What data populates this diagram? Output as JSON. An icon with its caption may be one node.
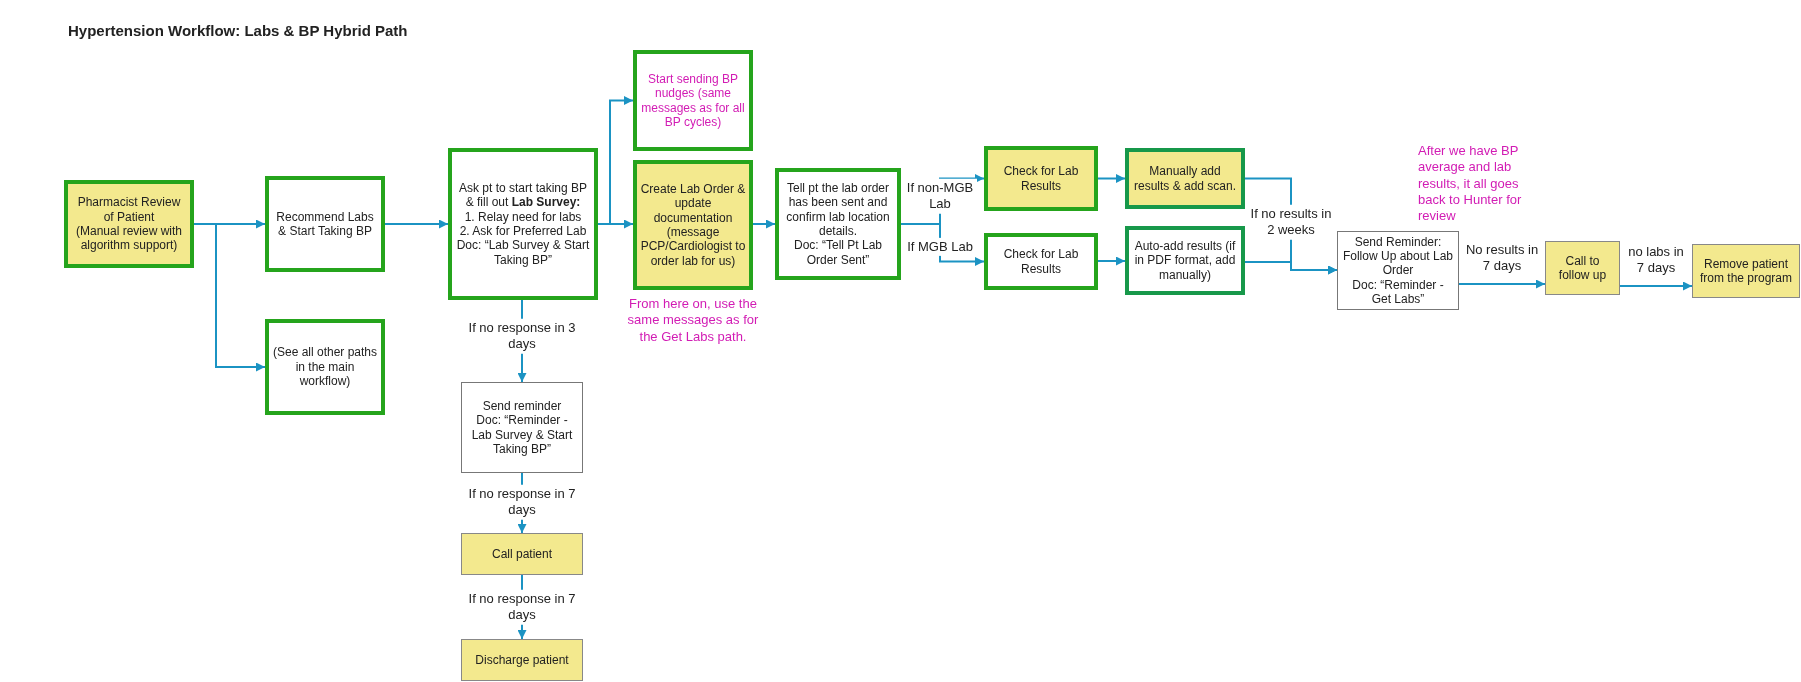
{
  "diagram": {
    "title": "Hypertension Workflow: Labs & BP Hybrid Path",
    "nodes": [
      {
        "text": [
          "Pharmacist Review of Patient",
          "(Manual review with algorithm support)"
        ]
      },
      {
        "text": [
          "Recommend Labs & Start Taking BP"
        ]
      },
      {
        "text": [
          "(See all other paths in the main workflow)"
        ]
      },
      {
        "text": [
          "Ask pt to start taking BP & fill out **Lab Survey:**",
          "1. Relay need for labs",
          "2. Ask for Preferred Lab",
          "Doc: “Lab Survey & Start Taking BP”"
        ]
      },
      {
        "text": [
          "Start sending BP nudges (same messages as for all BP cycles)"
        ]
      },
      {
        "text": [
          "Create Lab Order & update documentation",
          "(message PCP/Cardiologist to order lab for us)"
        ],
        "beside": [
          "From here on, use the same messages as for the Get Labs path."
        ]
      },
      {
        "text": [
          "Tell pt the lab order has been sent and confirm lab location details.",
          "Doc: “Tell Pt Lab Order Sent”"
        ]
      },
      {
        "text": [
          "Check for Lab Results"
        ]
      },
      {
        "text": [
          "Manually add results & add scan."
        ]
      },
      {
        "text": [
          "Check for Lab Results"
        ]
      },
      {
        "text": [
          "Auto-add results (if in PDF format, add manually)"
        ]
      },
      {
        "text": [
          "Send Reminder: Follow Up about Lab Order",
          "Doc: “Reminder - Get Labs”"
        ]
      },
      {
        "text": [
          "Call to follow up"
        ]
      },
      {
        "text": [
          "Remove patient from the program"
        ]
      },
      {
        "text": [
          "Send reminder",
          "Doc: “Reminder - Lab Survey & Start Taking BP”"
        ]
      },
      {
        "text": [
          "Call patient"
        ]
      },
      {
        "text": [
          "Discharge patient"
        ]
      }
    ],
    "edges": [
      {
        "from": 0,
        "to": 1,
        "arrow": "to"
      },
      {
        "from": 0,
        "to": 2,
        "arrow": "to"
      },
      {
        "from": 1,
        "to": 3,
        "arrow": "to"
      },
      {
        "from": 3,
        "to": 4,
        "arrow": "to"
      },
      {
        "from": 3,
        "to": 5,
        "arrow": "to"
      },
      {
        "from": 5,
        "to": 6,
        "arrow": "to"
      },
      {
        "from": 6,
        "to": 7,
        "arrow": "to",
        "label": "If non-MGB Lab"
      },
      {
        "from": 6,
        "to": 9,
        "arrow": "to",
        "label": "If MGB Lab"
      },
      {
        "from": 7,
        "to": 8,
        "arrow": "to"
      },
      {
        "from": 9,
        "to": 10,
        "arrow": "to"
      },
      {
        "from": 8,
        "to": 11,
        "arrow": "to",
        "label": "If no results in 2 weeks"
      },
      {
        "from": 10,
        "to": 11,
        "arrow": "to"
      },
      {
        "from": 11,
        "to": 12,
        "arrow": "to",
        "label": "No results in 7 days"
      },
      {
        "from": 12,
        "to": 13,
        "arrow": "to",
        "label": "no labs in 7 days"
      },
      {
        "from": 3,
        "to": 14,
        "arrow": "to",
        "label": "If no response in 3 days"
      },
      {
        "from": 14,
        "to": 15,
        "arrow": "to",
        "label": "If no response in 7 days"
      },
      {
        "from": 15,
        "to": 16,
        "arrow": "to",
        "label": "If no response in 7 days"
      }
    ],
    "labels": [
      "After we have BP average and lab results, it all goes back to Hunter for review"
    ]
  }
}
